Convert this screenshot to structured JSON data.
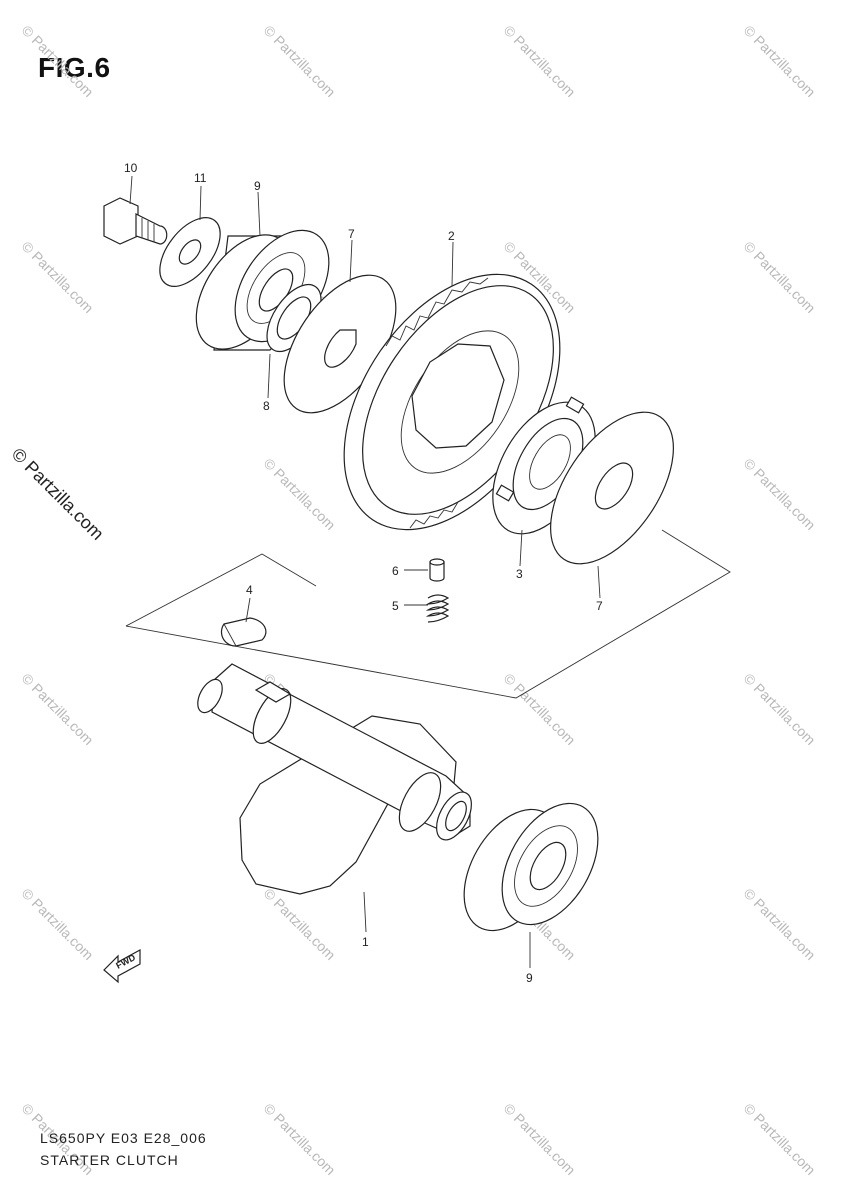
{
  "figure": {
    "title": "FIG.6"
  },
  "watermark": {
    "text": "© Partzilla.com",
    "side_text": "© Partzilla.com"
  },
  "callouts": {
    "c1": "1",
    "c2": "2",
    "c3": "3",
    "c4": "4",
    "c5": "5",
    "c6": "6",
    "c7a": "7",
    "c7b": "7",
    "c8": "8",
    "c9a": "9",
    "c9b": "9",
    "c10": "10",
    "c11": "11"
  },
  "fwd_badge": "FWD",
  "footer": {
    "model_code": "LS650PY E03 E28_006",
    "group_name": "STARTER CLUTCH"
  }
}
